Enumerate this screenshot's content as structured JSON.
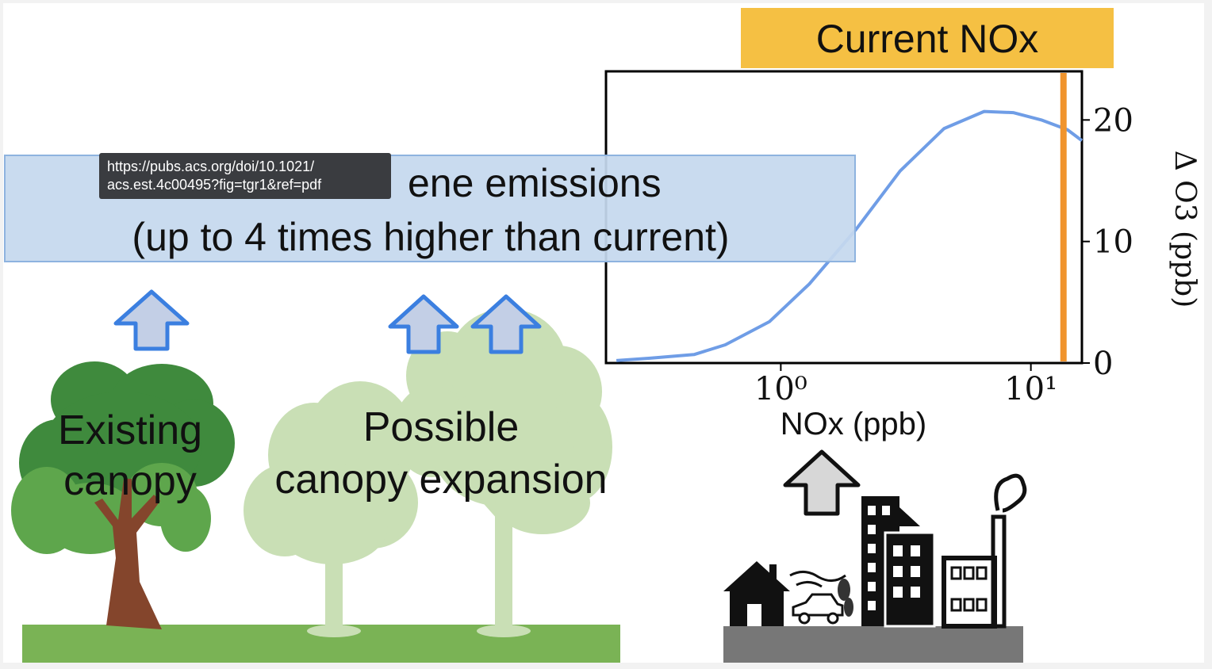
{
  "banner": {
    "line1_visible_part": "ene emissions",
    "line2": "(up to 4 times higher than current)"
  },
  "labels": {
    "existing_line1": "Existing",
    "existing_line2": "canopy",
    "possible_line1": "Possible",
    "possible_line2": "canopy expansion",
    "current_nox": "Current NOx"
  },
  "tooltip": {
    "line1": "https://pubs.acs.org/doi/10.1021/",
    "line2": "acs.est.4c00495?fig=tgr1&ref=pdf"
  },
  "colors": {
    "banner_fill": "#c5d8ee",
    "banner_border": "#8eb3df",
    "arrow_blue": "#3b7fe0",
    "arrow_fill": "#c3cfe6",
    "tree_dark": "#3f8a3d",
    "tree_light": "#c9dfb5",
    "grass": "#7ab355",
    "trunk": "#84452c",
    "current_box": "#f5c043",
    "current_line": "#f0942d",
    "curve": "#6f9de6",
    "ground_gray": "#777777"
  },
  "chart_data": {
    "type": "line",
    "xscale": "log",
    "xlim": [
      0.2,
      16
    ],
    "ylim": [
      0,
      24
    ],
    "xlabel": "NOx (ppb)",
    "ylabel": "Δ O3 (ppb)",
    "xticks": [
      {
        "value": 1,
        "label": "10⁰"
      },
      {
        "value": 10,
        "label": "10¹"
      }
    ],
    "yticks": [
      0,
      10,
      20
    ],
    "series": [
      {
        "x": [
          0.22,
          0.3,
          0.45,
          0.6,
          0.9,
          1.3,
          2.0,
          3.0,
          4.5,
          6.5,
          8.5,
          11,
          14,
          16
        ],
        "y": [
          0.2,
          0.4,
          0.7,
          1.5,
          3.4,
          6.5,
          11.0,
          15.8,
          19.3,
          20.7,
          20.6,
          20.0,
          19.2,
          18.3
        ]
      }
    ],
    "vline": {
      "x": 13.5
    }
  }
}
